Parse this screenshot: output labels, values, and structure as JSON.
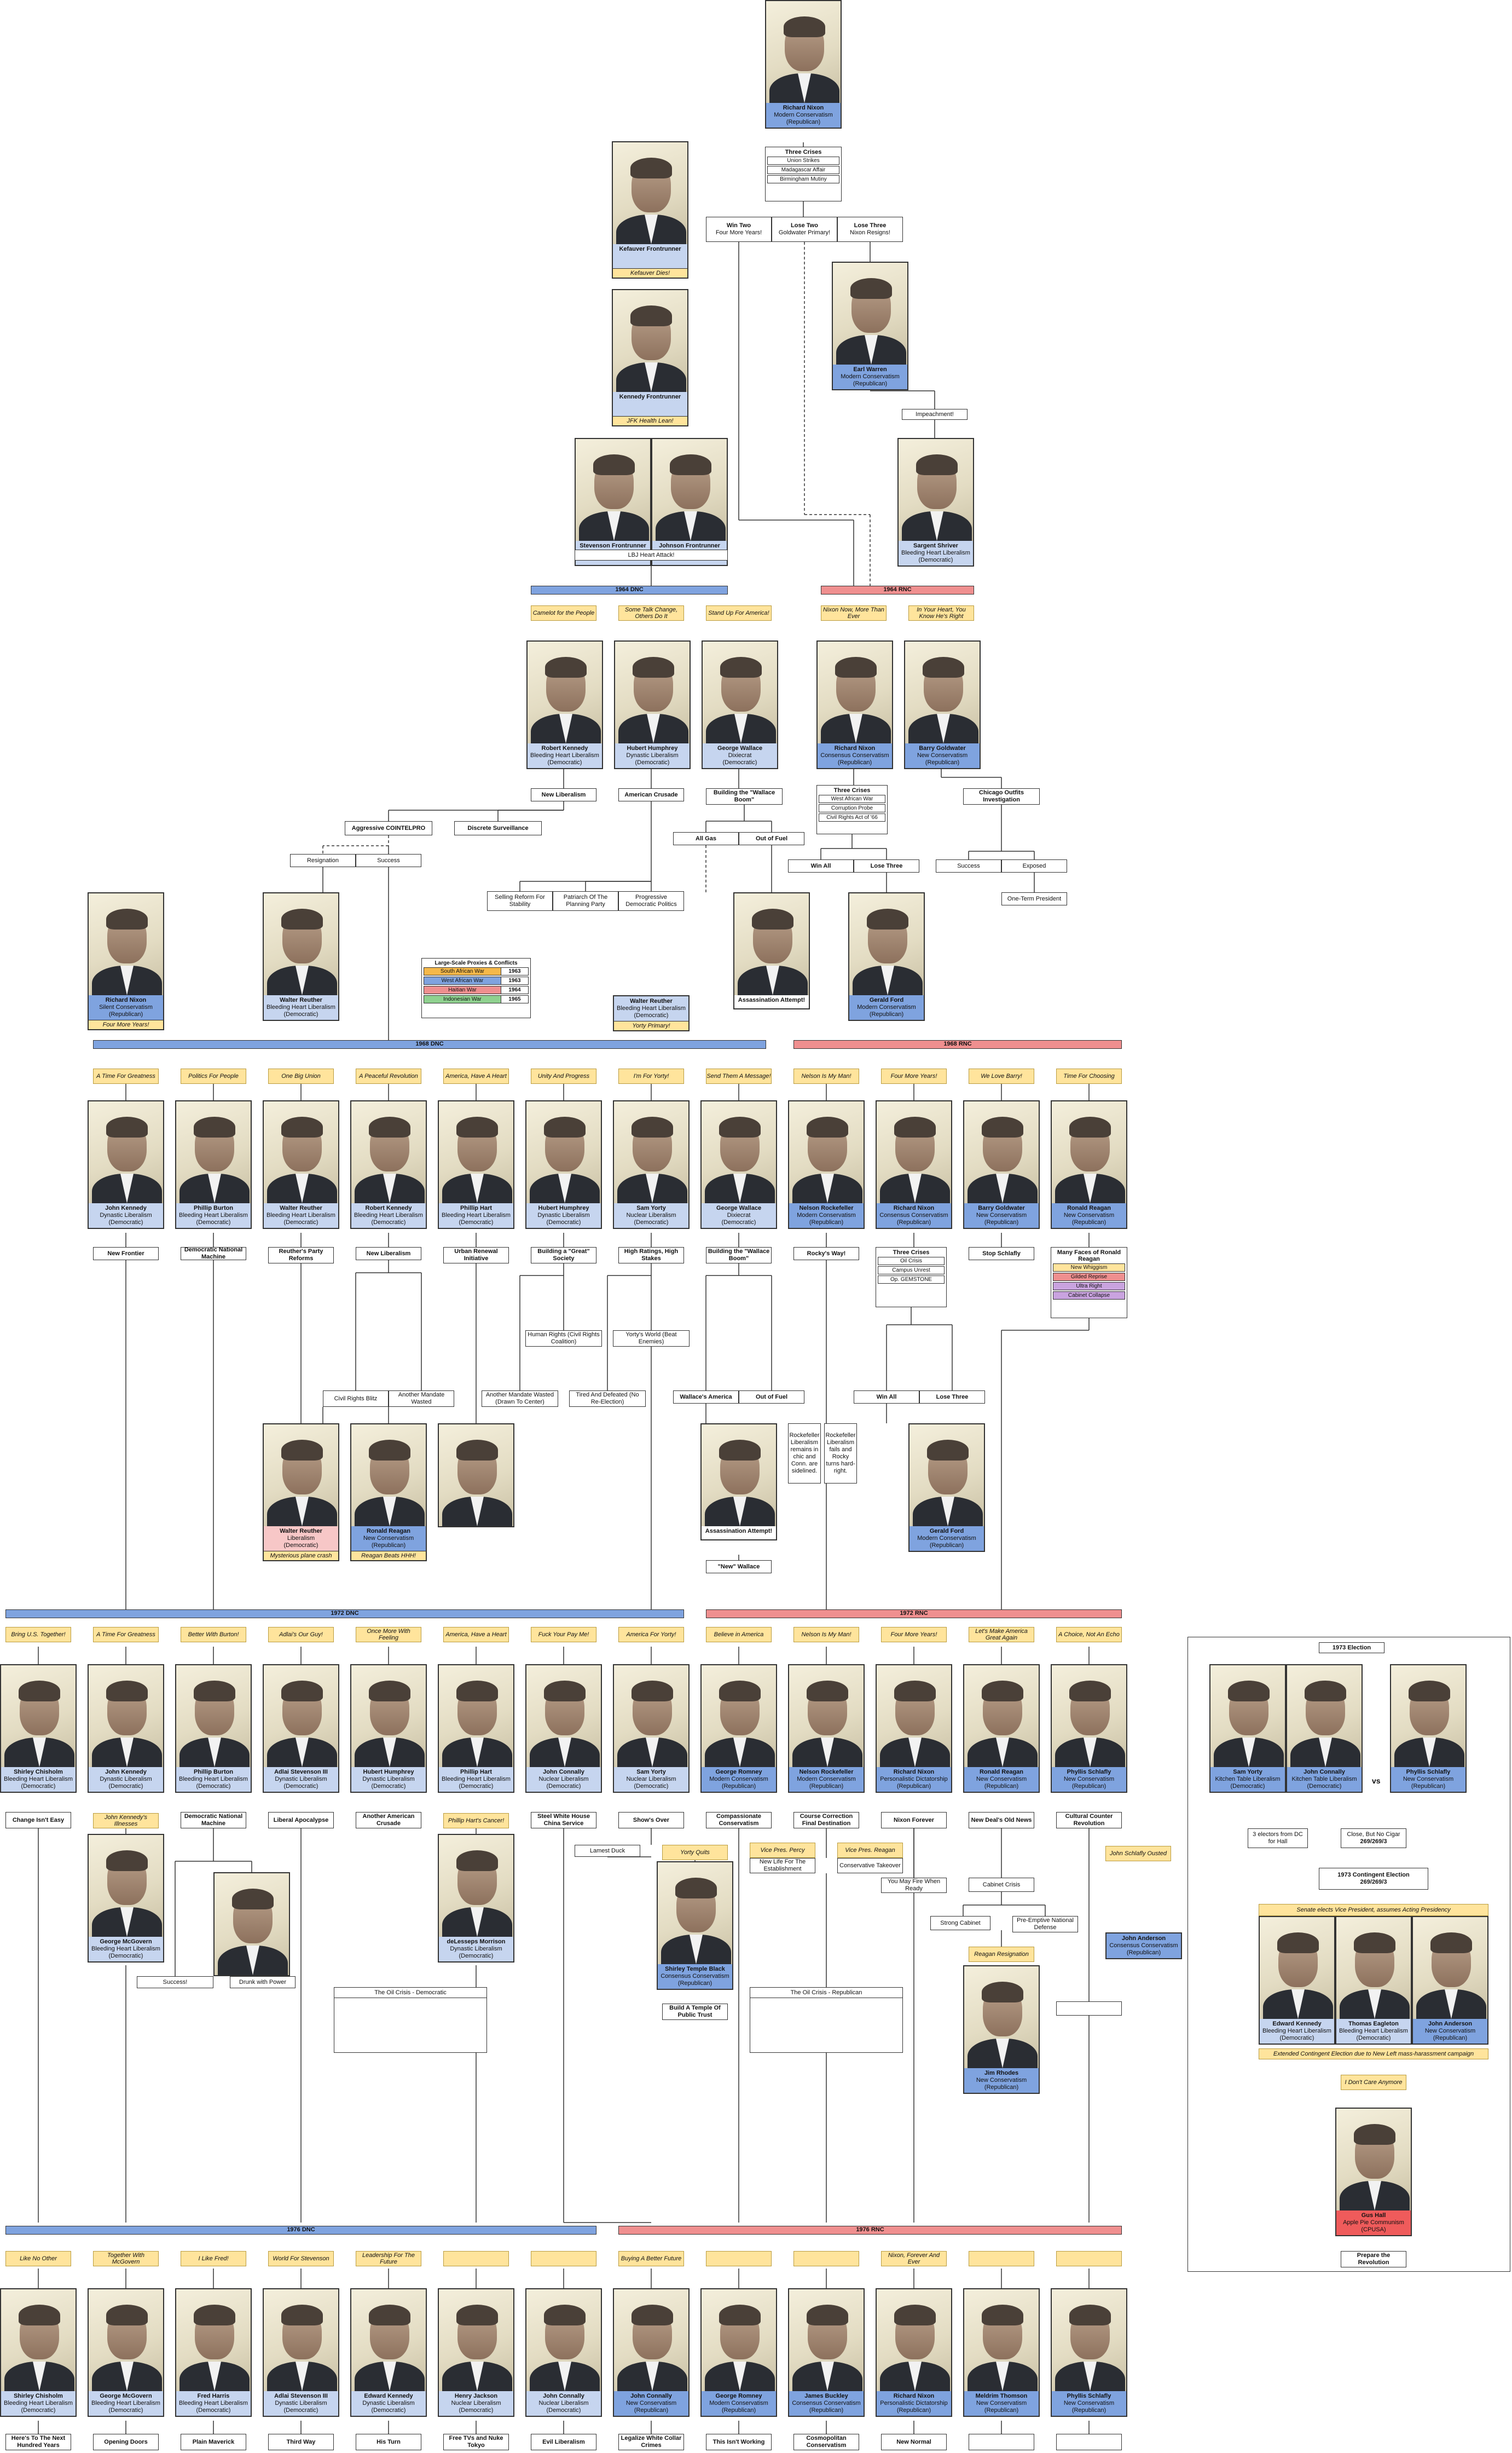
{
  "nodes": {
    "nixon_top": {
      "name": "Richard Nixon",
      "ideology": "Modern Conservatism",
      "party": "(Republican)"
    },
    "kefauver": {
      "name": "Kefauver Frontrunner",
      "sub": "Kefauver Dies!"
    },
    "kennedy_fr": {
      "name": "Kennedy Frontrunner",
      "sub": "JFK Health Lean!"
    },
    "warren": {
      "name": "Earl Warren",
      "ideology": "Modern Conservatism",
      "party": "(Republican)"
    },
    "stevenson_fr": {
      "name": "Stevenson Frontrunner"
    },
    "johnson_fr": {
      "name": "Johnson Frontrunner"
    },
    "lbj_attack": "LBJ Heart Attack!",
    "shriver": {
      "name": "Sargent Shriver",
      "ideology": "Bleeding Heart Liberalism",
      "party": "(Democratic)"
    },
    "impeachment": "Impeachment!",
    "three_crises_top": {
      "title": "Three Crises",
      "rows": [
        "Union Strikes",
        "Madagascar Affair",
        "Birmingham Mutiny"
      ]
    },
    "win_two": {
      "label": "Win Two",
      "sub": "Four More Years!"
    },
    "lose_two": {
      "label": "Lose Two",
      "sub": "Goldwater Primary!"
    },
    "lose_three_top": {
      "label": "Lose Three",
      "sub": "Nixon Resigns!"
    }
  },
  "c1964": {
    "dnc": "1964 DNC",
    "rnc": "1964 RNC",
    "slogans": [
      "Camelot for the People",
      "Some Talk Change, Others Do It",
      "Stand Up For America!",
      "Nixon Now, More Than Ever",
      "In Your Heart, You Know He's Right"
    ],
    "cands": [
      {
        "name": "Robert Kennedy",
        "ideology": "Bleeding Heart Liberalism",
        "party": "(Democratic)"
      },
      {
        "name": "Hubert Humphrey",
        "ideology": "Dynastic Liberalism",
        "party": "(Democratic)"
      },
      {
        "name": "George Wallace",
        "ideology": "Dixiecrat",
        "party": "(Democratic)"
      },
      {
        "name": "Richard Nixon",
        "ideology": "Consensus Conservatism",
        "party": "(Republican)"
      },
      {
        "name": "Barry Goldwater",
        "ideology": "New Conservatism",
        "party": "(Republican)"
      }
    ],
    "outcomes": [
      "New Liberalism",
      "American Crusade",
      "Building the \"Wallace Boom\"",
      "Chicago Outfits Investigation"
    ],
    "three_crises": {
      "title": "Three Crises",
      "rows": [
        "West African War",
        "Corruption Probe",
        "Civil Rights Act of '66"
      ]
    },
    "aggressive": "Aggressive COINTELPRO",
    "discrete": "Discrete Surveillance",
    "resignation": "Resignation",
    "success": "Success",
    "all_gas": "All Gas",
    "out_of_fuel": "Out of Fuel",
    "win_all": "Win All",
    "lose_three": "Lose Three",
    "success2": "Success",
    "exposed": "Exposed",
    "one_term": "One-Term President",
    "selling": "Selling Reform For Stability",
    "patriarch": "Patriarch Of The Planning Party",
    "progressive": "Progressive Democratic Politics",
    "proxies": {
      "title": "Large-Scale Proxies & Conflicts",
      "rows": [
        [
          "South African War",
          "1963"
        ],
        [
          "West African War",
          "1963"
        ],
        [
          "Haitian War",
          "1964"
        ],
        [
          "Indonesian War",
          "1965"
        ]
      ]
    },
    "nixon_silent": {
      "name": "Richard Nixon",
      "ideology": "Silent Conservatism",
      "party": "(Republican)",
      "sub": "Four More Years!"
    },
    "reuther_a": {
      "name": "Walter Reuther",
      "ideology": "Bleeding Heart Liberalism",
      "party": "(Democratic)"
    },
    "reuther_b": {
      "name": "Walter Reuther",
      "ideology": "Bleeding Heart Liberalism",
      "party": "(Democratic)",
      "sub": "Yorty Primary!"
    },
    "assassination": "Assassination Attempt!",
    "ford": {
      "name": "Gerald Ford",
      "ideology": "Modern Conservatism",
      "party": "(Republican)"
    }
  },
  "c1968": {
    "dnc": "1968 DNC",
    "rnc": "1968 RNC",
    "slogans": [
      "A Time For Greatness",
      "Politics For People",
      "One Big Union",
      "A Peaceful Revolution",
      "America, Have A Heart",
      "Unity And Progress",
      "I'm For Yorty!",
      "Send Them A Message!",
      "Nelson Is My Man!",
      "Four More Years!",
      "We Love Barry!",
      "Time For Choosing"
    ],
    "cands": [
      {
        "name": "John Kennedy",
        "ideology": "Dynastic Liberalism",
        "party": "(Democratic)"
      },
      {
        "name": "Phillip Burton",
        "ideology": "Bleeding Heart Liberalism",
        "party": "(Democratic)"
      },
      {
        "name": "Walter Reuther",
        "ideology": "Bleeding Heart Liberalism",
        "party": "(Democratic)"
      },
      {
        "name": "Robert Kennedy",
        "ideology": "Bleeding Heart Liberalism",
        "party": "(Democratic)"
      },
      {
        "name": "Phillip Hart",
        "ideology": "Bleeding Heart Liberalism",
        "party": "(Democratic)"
      },
      {
        "name": "Hubert Humphrey",
        "ideology": "Dynastic Liberalism",
        "party": "(Democratic)"
      },
      {
        "name": "Sam Yorty",
        "ideology": "Nuclear Liberalism",
        "party": "(Democratic)"
      },
      {
        "name": "George Wallace",
        "ideology": "Dixiecrat",
        "party": "(Democratic)"
      },
      {
        "name": "Nelson Rockefeller",
        "ideology": "Modern Conservatism",
        "party": "(Republican)"
      },
      {
        "name": "Richard Nixon",
        "ideology": "Consensus Conservatism",
        "party": "(Republican)"
      },
      {
        "name": "Barry Goldwater",
        "ideology": "New Conservatism",
        "party": "(Republican)"
      },
      {
        "name": "Ronald Reagan",
        "ideology": "New Conservatism",
        "party": "(Republican)"
      }
    ],
    "outcomes": [
      "New Frontier",
      "Democratic National Machine",
      "Reuther's Party Reforms",
      "New Liberalism",
      "Urban Renewal Initiative",
      "Building a \"Great\" Society",
      "High Ratings, High Stakes",
      "Building the \"Wallace Boom\"",
      "Rocky's Way!",
      "Three Crises",
      "Stop Schlafly",
      "Many Faces of Ronald Reagan"
    ],
    "three_crises": [
      "Oil Crisis",
      "Campus Unrest",
      "Op. GEMSTONE"
    ],
    "reagan_faces": [
      "New Whiggism",
      "Gilded Reprise",
      "Ultra Right",
      "Cabinet Collapse"
    ],
    "civil_rights": "Civil Rights Blitz",
    "another_mandate": "Another Mandate Wasted",
    "human_rights": "Human Rights (Civil Rights Coalition)",
    "yortys_world": "Yorty's World (Beat Enemies)",
    "another_mandate2": "Another Mandate Wasted (Drawn To Center)",
    "tired": "Tired And Defeated (No Re-Election)",
    "wallaces_america": "Wallace's America",
    "out_of_fuel": "Out of Fuel",
    "win_all": "Win All",
    "lose_three": "Lose Three",
    "rocky_a": "Rockefeller Liberalism remains in chic and Conn. are sidelined.",
    "rocky_b": "Rockefeller Liberalism fails and Rocky turns hard-right.",
    "reuther_lib": {
      "name": "Walter Reuther",
      "ideology": "Liberalism",
      "party": "(Democratic)",
      "sub": "Mysterious plane crash"
    },
    "reagan_nc": {
      "name": "Ronald Reagan",
      "ideology": "New Conservatism",
      "party": "(Republican)",
      "sub": "Reagan Beats HHH!"
    },
    "assassination": "Assassination Attempt!",
    "new_wallace": "\"New\" Wallace",
    "ford": {
      "name": "Gerald Ford",
      "ideology": "Modern Conservatism",
      "party": "(Republican)"
    }
  },
  "c1972": {
    "dnc": "1972 DNC",
    "rnc": "1972 RNC",
    "slogans": [
      "Bring U.S. Together!",
      "A Time For Greatness",
      "Better With Burton!",
      "Adlai's Our Guy!",
      "Once More With Feeling",
      "America, Have a Heart",
      "Fuck Your Pay Me!",
      "America For Yorty!",
      "Believe in America",
      "Nelson Is My Man!",
      "Four More Years!",
      "Let's Make America Great Again",
      "A Choice, Not An Echo"
    ],
    "cands": [
      {
        "name": "Shirley Chisholm",
        "ideology": "Bleeding Heart Liberalism",
        "party": "(Democratic)"
      },
      {
        "name": "John Kennedy",
        "ideology": "Dynastic Liberalism",
        "party": "(Democratic)"
      },
      {
        "name": "Phillip Burton",
        "ideology": "Bleeding Heart Liberalism",
        "party": "(Democratic)"
      },
      {
        "name": "Adlai Stevenson III",
        "ideology": "Dynastic Liberalism",
        "party": "(Democratic)"
      },
      {
        "name": "Hubert Humphrey",
        "ideology": "Dynastic Liberalism",
        "party": "(Democratic)"
      },
      {
        "name": "Phillip Hart",
        "ideology": "Bleeding Heart Liberalism",
        "party": "(Democratic)"
      },
      {
        "name": "John Connally",
        "ideology": "Nuclear Liberalism",
        "party": "(Democratic)"
      },
      {
        "name": "Sam Yorty",
        "ideology": "Nuclear Liberalism",
        "party": "(Democratic)"
      },
      {
        "name": "George Romney",
        "ideology": "Modern Conservatism",
        "party": "(Republican)"
      },
      {
        "name": "Nelson Rockefeller",
        "ideology": "Modern Conservatism",
        "party": "(Republican)"
      },
      {
        "name": "Richard Nixon",
        "ideology": "Personalistic Dictatorship",
        "party": "(Republican)"
      },
      {
        "name": "Ronald Reagan",
        "ideology": "New Conservatism",
        "party": "(Republican)"
      },
      {
        "name": "Phyllis Schlafly",
        "ideology": "New Conservatism",
        "party": "(Republican)"
      }
    ],
    "outcomes": [
      "Change Isn't Easy",
      "",
      "Democratic National Machine",
      "Liberal Apocalypse",
      "Another American Crusade",
      "",
      "Steel White House China Service",
      "Show's Over",
      "Compassionate Conservatism",
      "Course Correction Final Destination",
      "Nixon Forever",
      "New Deal's Old News",
      "Cultural Counter Revolution"
    ],
    "jfk_illnesses": "John Kennedy's Illnesses",
    "hart_cancer": "Phillip Hart's Cancer!",
    "mcgovern": {
      "name": "George McGovern",
      "ideology": "Bleeding Heart Liberalism",
      "party": "(Democratic)"
    },
    "success": "Success!",
    "drunk": "Drunk with Power",
    "morrison": {
      "name": "deLesseps Morrison",
      "ideology": "Dynastic Liberalism",
      "party": "(Democratic)"
    },
    "oil_dem": "The Oil Crisis - Democratic",
    "oil_rep": "The Oil Crisis - Republican",
    "lamest_duck": "Lamest Duck",
    "yorty_quits": "Yorty Quits",
    "temple": {
      "name": "Shirley Temple Black",
      "ideology": "Consensus Conservatism",
      "party": "(Republican)"
    },
    "build_temple": "Build A Temple Of Public Trust",
    "vp_percy": "Vice Pres. Percy",
    "new_life": "New Life For The Establishment",
    "vp_reagan": "Vice Pres. Reagan",
    "conservative_takeover": "Conservative Takeover",
    "fire": "You May Fire When Ready",
    "cabinet_crisis": "Cabinet Crisis",
    "strong_cabinet": "Strong Cabinet",
    "pre_emptive": "Pre-Emptive National Defense",
    "reagan_resign": "Reagan Resignation",
    "rhodes": {
      "name": "Jim Rhodes",
      "ideology": "New Conservatism",
      "party": "(Republican)"
    },
    "anderson": {
      "name": "John Anderson",
      "ideology": "Consensus Conservatism",
      "party": "(Republican)"
    },
    "schlafly_ousted": "John Schlafly Ousted"
  },
  "e1973": {
    "title": "1973 Election",
    "yorty": {
      "name": "Sam Yorty",
      "ideology": "Kitchen Table Liberalism",
      "party": "(Democratic)"
    },
    "connally": {
      "name": "John Connally",
      "ideology": "Kitchen Table Liberalism",
      "party": "(Democratic)"
    },
    "vs": "vs",
    "schlafly": {
      "name": "Phyllis Schlafly",
      "ideology": "New Conservatism",
      "party": "(Republican)"
    },
    "electors": "3 electors from DC for Hall",
    "close": "Close, But No Cigar",
    "close_num": "269/269/3",
    "contingent": "1973 Contingent Election",
    "contingent_num": "269/269/3",
    "senate": "Senate elects Vice President, assumes Acting Presidency",
    "ekennedy": {
      "name": "Edward Kennedy",
      "ideology": "Bleeding Heart Liberalism",
      "party": "(Democratic)"
    },
    "eagleton": {
      "name": "Thomas Eagleton",
      "ideology": "Bleeding Heart Liberalism",
      "party": "(Democratic)"
    },
    "anderson": {
      "name": "John Anderson",
      "ideology": "New Conservatism",
      "party": "(Republican)"
    },
    "extended": "Extended Contingent Election due to New Left mass-harassment campaign",
    "dont_care": "I Don't Care Anymore",
    "hall": {
      "name": "Gus Hall",
      "ideology": "Apple Pie Communism",
      "party": "(CPUSA)"
    },
    "prepare": "Prepare the Revolution"
  },
  "c1976": {
    "dnc": "1976 DNC",
    "rnc": "1976 RNC",
    "slogans": [
      "Like No Other",
      "Together With McGovern",
      "I Like Fred!",
      "World For Stevenson",
      "Leadership For The Future",
      "",
      "",
      "Buying A Better Future",
      "",
      "",
      "Nixon, Forever And Ever",
      "",
      ""
    ],
    "cands": [
      {
        "name": "Shirley Chisholm",
        "ideology": "Bleeding Heart Liberalism",
        "party": "(Democratic)"
      },
      {
        "name": "George McGovern",
        "ideology": "Bleeding Heart Liberalism",
        "party": "(Democratic)"
      },
      {
        "name": "Fred Harris",
        "ideology": "Bleeding Heart Liberalism",
        "party": "(Democratic)"
      },
      {
        "name": "Adlai Stevenson III",
        "ideology": "Dynastic Liberalism",
        "party": "(Democratic)"
      },
      {
        "name": "Edward Kennedy",
        "ideology": "Dynastic Liberalism",
        "party": "(Democratic)"
      },
      {
        "name": "Henry Jackson",
        "ideology": "Nuclear Liberalism",
        "party": "(Democratic)"
      },
      {
        "name": "John Connally",
        "ideology": "Nuclear Liberalism",
        "party": "(Democratic)"
      },
      {
        "name": "John Connally",
        "ideology": "New Conservatism",
        "party": "(Republican)"
      },
      {
        "name": "George Romney",
        "ideology": "Modern Conservatism",
        "party": "(Republican)"
      },
      {
        "name": "James Buckley",
        "ideology": "Consensus Conservatism",
        "party": "(Republican)"
      },
      {
        "name": "Richard Nixon",
        "ideology": "Personalistic Dictatorship",
        "party": "(Republican)"
      },
      {
        "name": "Meldrim Thomson",
        "ideology": "New Conservatism",
        "party": "(Republican)"
      },
      {
        "name": "Phyllis Schlafly",
        "ideology": "New Conservatism",
        "party": "(Republican)"
      }
    ],
    "outcomes": [
      "Here's To The Next Hundred Years",
      "Opening Doors",
      "Plain Maverick",
      "Third Way",
      "His Turn",
      "Free TVs and Nuke Tokyo",
      "Evil Liberalism",
      "Legalize White Collar Crimes",
      "This Isn't Working",
      "Cosmopolitan Conservatism",
      "New Normal",
      "",
      ""
    ]
  }
}
